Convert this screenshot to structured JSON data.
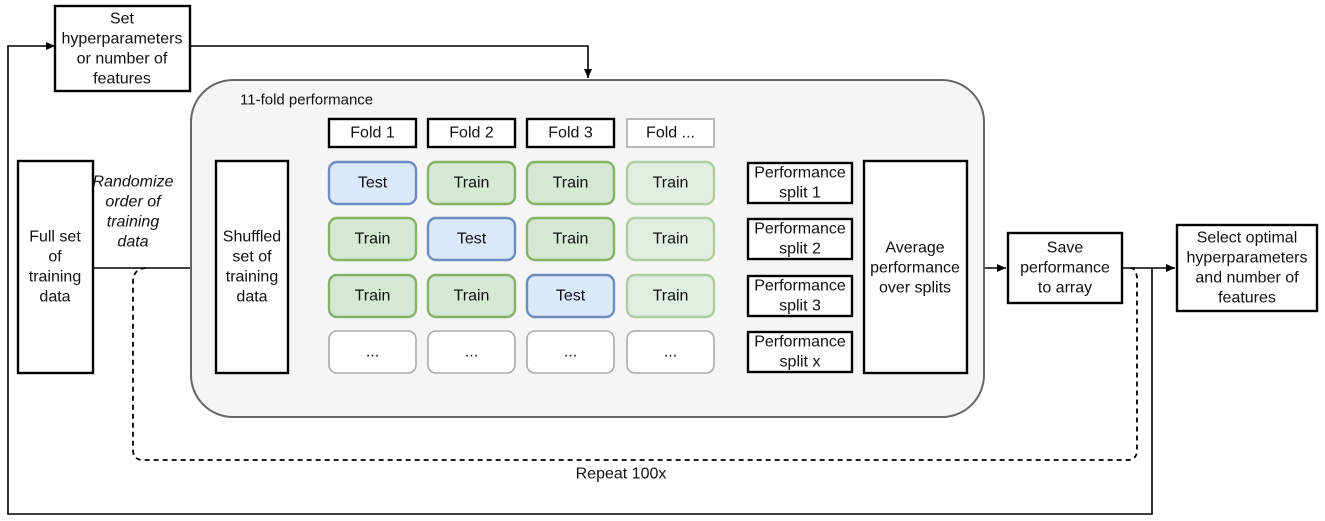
{
  "hyperparams_box": [
    "Set",
    "hyperparameters",
    "or number of",
    "features"
  ],
  "container_title": "11-fold performance",
  "folds": [
    "Fold 1",
    "Fold 2",
    "Fold 3",
    "Fold ..."
  ],
  "full_set_box": [
    "Full set",
    "of",
    "training",
    "data"
  ],
  "randomize_label": [
    "Randomize",
    "order of",
    "training",
    "data"
  ],
  "shuffled_box": [
    "Shuffled",
    "set of",
    "training",
    "data"
  ],
  "rows": [
    {
      "cells": [
        "Test",
        "Train",
        "Train",
        "Train"
      ],
      "performance": [
        "Performance",
        "split 1"
      ]
    },
    {
      "cells": [
        "Train",
        "Test",
        "Train",
        "Train"
      ],
      "performance": [
        "Performance",
        "split 2"
      ]
    },
    {
      "cells": [
        "Train",
        "Train",
        "Test",
        "Train"
      ],
      "performance": [
        "Performance",
        "split 3"
      ]
    },
    {
      "cells": [
        "...",
        "...",
        "...",
        "..."
      ],
      "performance": [
        "Performance",
        "split x"
      ]
    }
  ],
  "average_box": [
    "Average",
    "performance",
    "over splits"
  ],
  "save_box": [
    "Save",
    "performance",
    "to array"
  ],
  "select_box": [
    "Select optimal",
    "hyperparameters",
    "and number of",
    "features"
  ],
  "repeat_label": "Repeat 100x",
  "colors": {
    "test_fill": "#dae8fc",
    "test_stroke": "#6c8ebf",
    "train_fill": "#d5e8d4",
    "train_stroke": "#82b366",
    "placeholder_stroke": "#aaaaaa",
    "container_fill": "#f5f5f5",
    "container_stroke": "#666666"
  }
}
